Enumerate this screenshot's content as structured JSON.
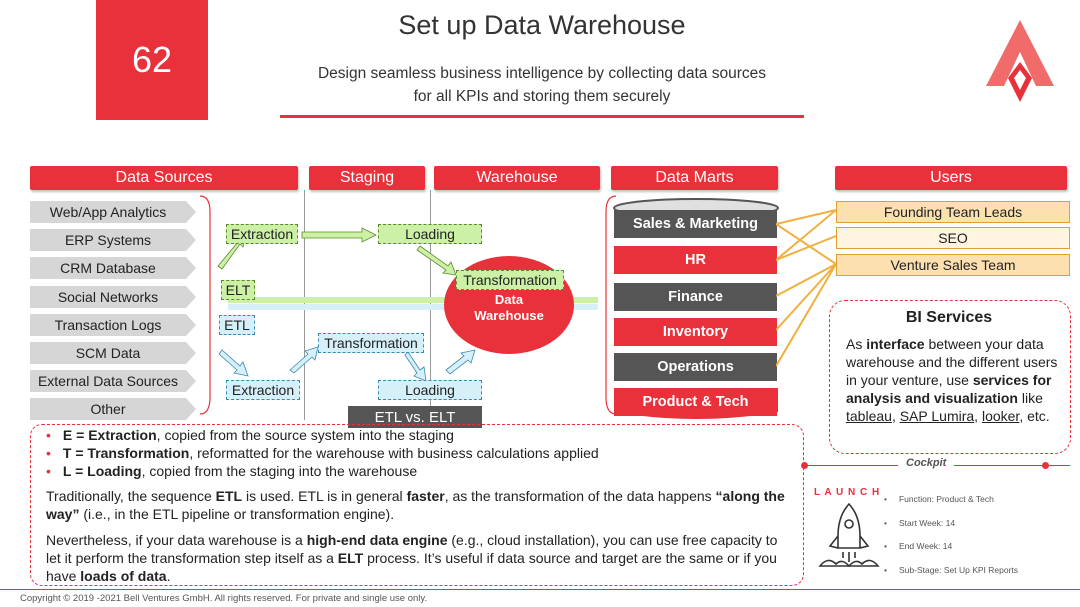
{
  "slide": {
    "number": "62",
    "title": "Set up Data Warehouse",
    "subtitle_line1": "Design seamless business intelligence by collecting data sources",
    "subtitle_line2": "for all KPIs and storing them securely"
  },
  "headers": {
    "sources": "Data Sources",
    "staging": "Staging",
    "warehouse": "Warehouse",
    "marts": "Data Marts",
    "users": "Users"
  },
  "sources": [
    "Web/App Analytics",
    "ERP Systems",
    "CRM Database",
    "Social Networks",
    "Transaction Logs",
    "SCM Data",
    "External Data Sources",
    "Other"
  ],
  "flow": {
    "extraction_top": "Extraction",
    "loading_top": "Loading",
    "transformation_top": "Transformation",
    "elt": "ELT",
    "etl": "ETL",
    "transformation_bottom": "Transformation",
    "extraction_bottom": "Extraction",
    "loading_bottom": "Loading",
    "warehouse_line1": "Data",
    "warehouse_line2": "Warehouse",
    "etl_vs_elt": "ETL vs. ELT"
  },
  "marts": [
    "Sales & Marketing",
    "HR",
    "Finance",
    "Inventory",
    "Operations",
    "Product & Tech"
  ],
  "users": [
    "Founding Team Leads",
    "SEO",
    "Venture Sales Team"
  ],
  "bi": {
    "title": "BI Services",
    "p1": "As ",
    "p1_bold": "interface",
    "p2": " between your data warehouse and the different users in your venture, use ",
    "p2_bold": "services for analysis and visualization",
    "p3": " like ",
    "tool1": "tableau",
    "tool2": "SAP Lumira",
    "tool3": "looker",
    "p4": ", etc."
  },
  "bullets": [
    {
      "bold": "E = Extraction",
      "text": ", copied from the source system into the staging"
    },
    {
      "bold": "T = Transformation",
      "text": ", reformatted for the warehouse with business calculations applied"
    },
    {
      "bold": "L = Loading",
      "text": ", copied from the staging into the warehouse"
    }
  ],
  "para1": {
    "a": "Traditionally, the sequence ",
    "b": "ETL",
    "c": " is used. ETL is in general ",
    "d": "faster",
    "e": ", as the transformation of the data happens ",
    "f": "“along the way”",
    "g": " (i.e., in the ETL pipeline or transformation engine)."
  },
  "para2": {
    "a": "Nevertheless, if your data warehouse is a ",
    "b": "high-end data engine",
    "c": " (e.g., cloud installation), you can use free capacity to let it perform the transformation step itself as a ",
    "d": "ELT",
    "e": " process. It’s useful if data source and target are the same or if you have ",
    "f": "loads of data",
    "g": "."
  },
  "cockpit": {
    "label": "Cockpit",
    "launch": "L A U N C H",
    "items": [
      "Function: Product & Tech",
      "Start Week: 14",
      "End Week: 14",
      "Sub-Stage: Set Up KPI Reports"
    ]
  },
  "footer": "Copyright © 2019 -2021 Bell Ventures GmbH. All rights reserved. For private and single use only.",
  "colors": {
    "accent": "#e8313a",
    "mart_dark": "#555555",
    "user_fill": "#fde0b0",
    "green": "#ccf0a6",
    "blue": "#d6f0fa"
  }
}
